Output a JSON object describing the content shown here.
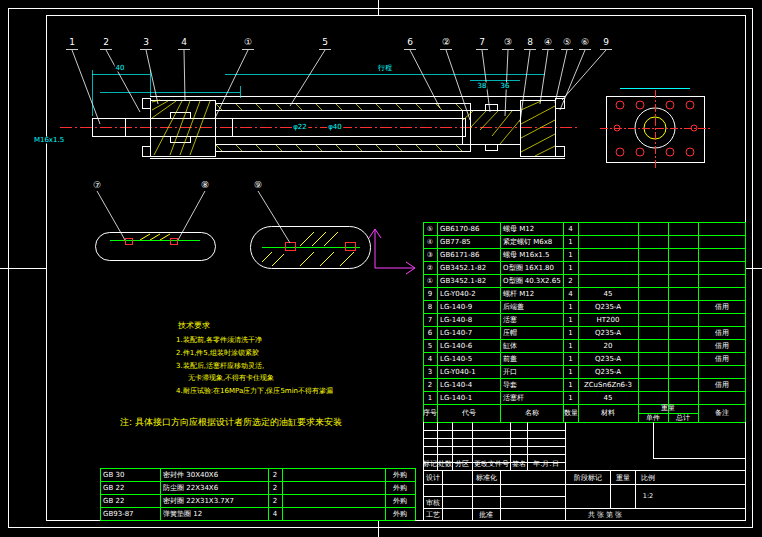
{
  "diagram": {
    "labels": [
      "1",
      "2",
      "3",
      "4",
      "①",
      "5",
      "6",
      "②",
      "7",
      "③",
      "8",
      "④",
      "⑤",
      "⑥",
      "9",
      "⑦",
      "⑧",
      "⑨",
      "40",
      "行程",
      "38",
      "36",
      "M16x1.5",
      "φ22",
      "φ40",
      "技术要求",
      "1.装配前,各零件须清洗干净",
      "2.件1,件5,组装时涂锁紧胶",
      "3.装配后,活塞杆应移动灵活,",
      "无卡滞现象,不得有卡住现象",
      "4.耐压试验:在16MPa压力下,保压5min不得有渗漏",
      "注: 具体接口方向应根据设计者所选定的油缸要求来安装",
      "序号",
      "代号",
      "名称",
      "数量",
      "材料",
      "重量",
      "单件",
      "总计",
      "备注",
      "⑤",
      "GB6170-86",
      "螺母 M12",
      "4",
      "④",
      "GB77-85",
      "紧定螺钉 M6x8",
      "1",
      "③",
      "GB6171-86",
      "螺母 M16x1.5",
      "1",
      "②",
      "GB3452.1-82",
      "O型圈 16X1.80",
      "1",
      "①",
      "GB3452.1-82",
      "O型圈 40.3X2.65",
      "2",
      "9",
      "LG-Y040-2",
      "螺杆 M12",
      "4",
      "45",
      "8",
      "LG-140-9",
      "后端盖",
      "1",
      "Q235-A",
      "借用",
      "7",
      "LG-140-8",
      "活塞",
      "1",
      "HT200",
      "6",
      "LG-140-7",
      "压帽",
      "1",
      "Q235-A",
      "借用",
      "5",
      "LG-140-6",
      "缸体",
      "1",
      "20",
      "借用",
      "4",
      "LG-140-5",
      "前盖",
      "1",
      "Q235-A",
      "借用",
      "3",
      "LG-Y040-1",
      "开口",
      "1",
      "Q235-A",
      "2",
      "LG-140-4",
      "导套",
      "1",
      "ZCuSn6Zn6-3",
      "借用",
      "1",
      "LG-140-1",
      "活塞杆",
      "1",
      "45",
      "标记",
      "处数",
      "分区",
      "更改文件号",
      "签名",
      "年.月.日",
      "设计",
      "标准化",
      "审核",
      "工艺",
      "批准",
      "阶段标记",
      "重量",
      "比例",
      "1:2",
      "共  张  第  张",
      "GB 30",
      "密封件 30X40X6",
      "2",
      "外购",
      "GB 22",
      "防尘圈 22X34X6",
      "2",
      "外购",
      "GB 22",
      "密封圈 22X31X3.7X7",
      "2",
      "外购",
      "GB93-87",
      "弹簧垫圈 12",
      "4",
      "外购"
    ]
  }
}
